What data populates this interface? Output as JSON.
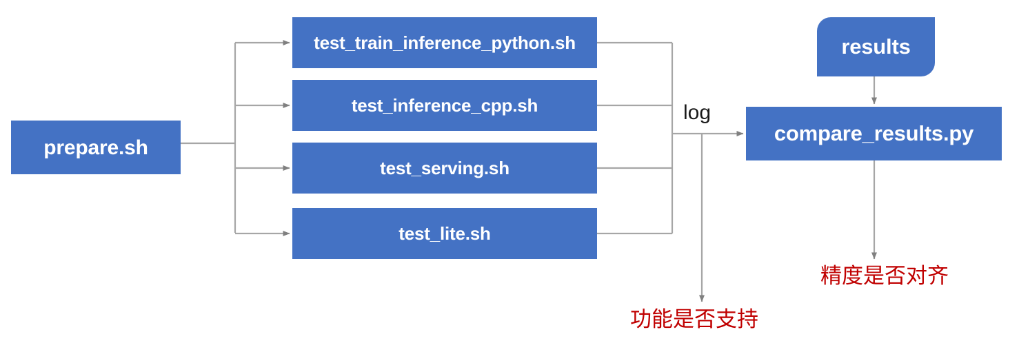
{
  "diagram": {
    "title": "PaddlePaddle TIPC test pipeline flowchart",
    "type": "flowchart",
    "colors": {
      "node_fill": "#4472C4",
      "node_text": "#FFFFFF",
      "connector": "#A6A6A6",
      "note_text": "#C00000",
      "background": "#FFFFFF"
    },
    "nodes": {
      "prepare": {
        "label": "prepare.sh",
        "shape": "rectangle"
      },
      "scripts": [
        {
          "label": "test_train_inference_python.sh",
          "shape": "rectangle"
        },
        {
          "label": "test_inference_cpp.sh",
          "shape": "rectangle"
        },
        {
          "label": "test_serving.sh",
          "shape": "rectangle"
        },
        {
          "label": "test_lite.sh",
          "shape": "rectangle"
        }
      ],
      "results": {
        "label": "results",
        "shape": "rounded-diagonal-rectangle"
      },
      "compare": {
        "label": "compare_results.py",
        "shape": "rectangle"
      }
    },
    "edge_labels": {
      "log": "log"
    },
    "notes": {
      "function_supported": "功能是否支持",
      "precision_aligned": "精度是否对齐"
    }
  }
}
